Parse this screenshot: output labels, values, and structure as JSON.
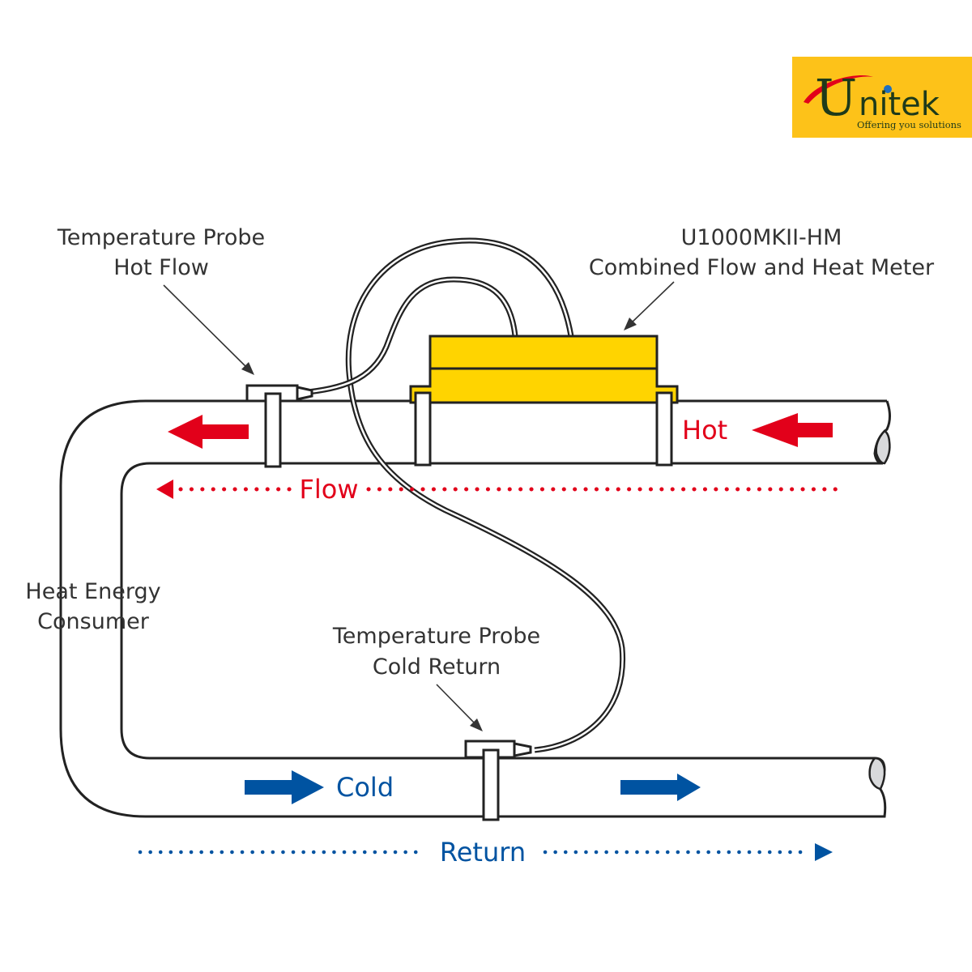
{
  "colors": {
    "hot": "#e2001a",
    "cold": "#0053a1",
    "meter_body": "#ffd400",
    "pipe_outline": "#222222",
    "text": "#333333",
    "logo_bg": "#fdc219",
    "logo_text": "#1e3a1a",
    "logo_swoosh": "#e2001a"
  },
  "logo": {
    "brand_initial": "U",
    "brand_rest": "nitek",
    "tagline": "Offering you solutions"
  },
  "labels": {
    "probe_hot": {
      "line1": "Temperature Probe",
      "line2": "Hot Flow"
    },
    "meter": {
      "line1": "U1000MKII-HM",
      "line2": "Combined Flow and Heat Meter"
    },
    "consumer": {
      "line1": "Heat Energy",
      "line2": "Consumer"
    },
    "probe_cold": {
      "line1": "Temperature Probe",
      "line2": "Cold Return"
    }
  },
  "flow_labels": {
    "hot": "Hot",
    "flow": "Flow",
    "cold": "Cold",
    "return": "Return"
  },
  "icons": {
    "hot_arrows": "arrow-left",
    "cold_arrows": "arrow-right",
    "flow_direction": "dotted-arrow-left",
    "return_direction": "dotted-arrow-right"
  }
}
